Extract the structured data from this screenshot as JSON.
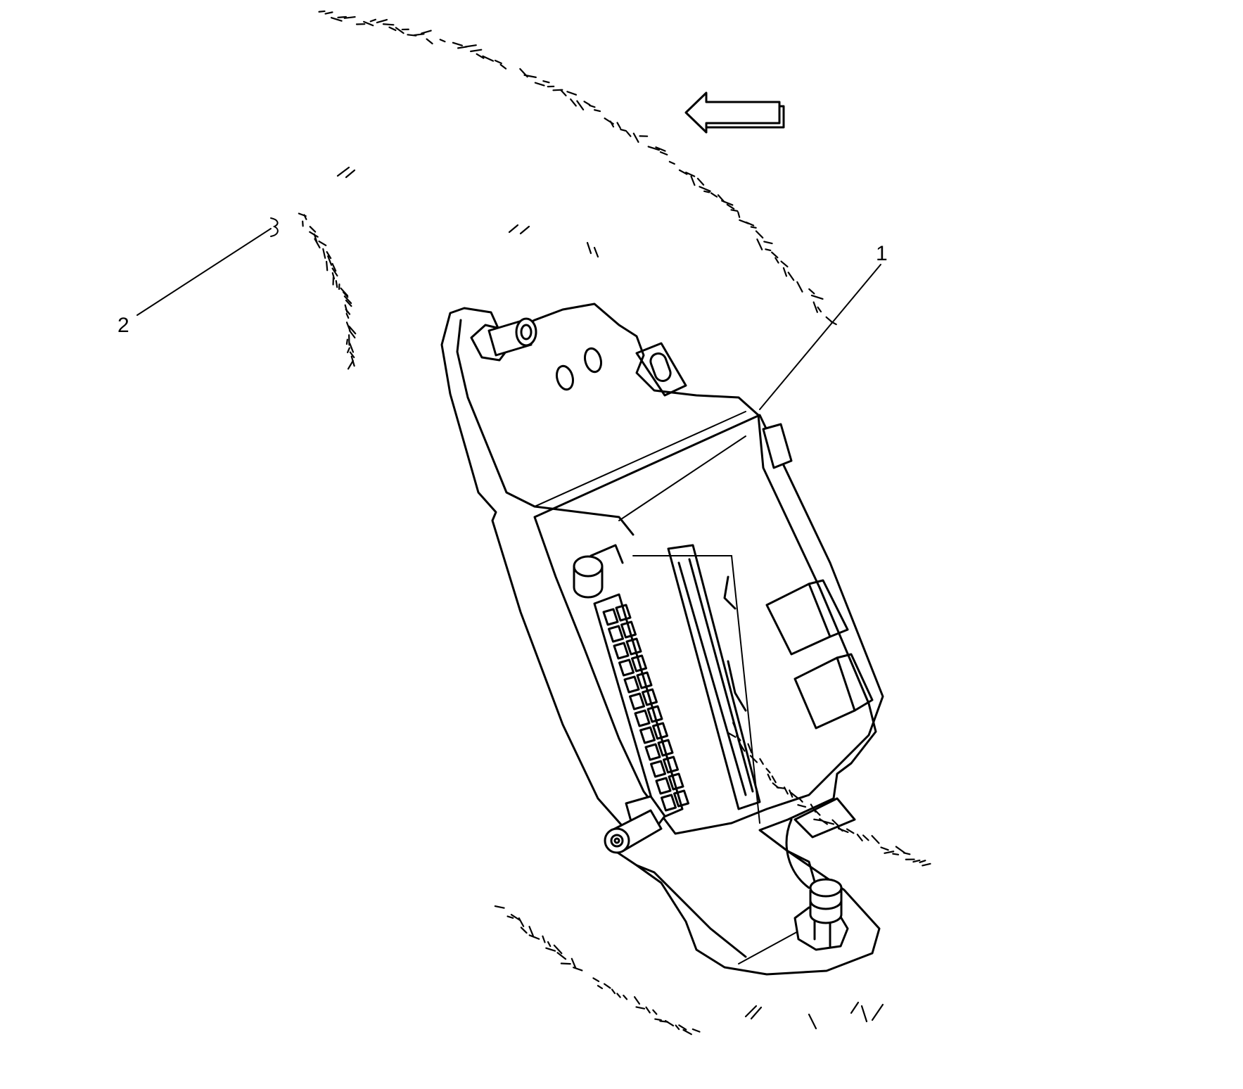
{
  "diagram": {
    "callouts": [
      {
        "id": "1",
        "label": "1"
      },
      {
        "id": "2",
        "label": "2"
      }
    ],
    "direction_arrow": "arrow-left",
    "colors": {
      "line": "#000000",
      "background": "#ffffff"
    }
  }
}
